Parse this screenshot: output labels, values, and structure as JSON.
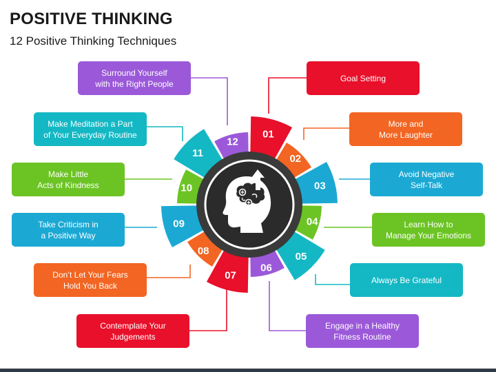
{
  "title": "POSITIVE THINKING",
  "subtitle": "12 Positive Thinking Techniques",
  "center_icon": "head-brain-growth-icon",
  "techniques": [
    {
      "num": "01",
      "label": "Goal Setting",
      "color": "#e8102a"
    },
    {
      "num": "02",
      "label": "More and\nMore Laughter",
      "color": "#f26522"
    },
    {
      "num": "03",
      "label": "Avoid Negative\nSelf-Talk",
      "color": "#1ba9d4"
    },
    {
      "num": "04",
      "label": "Learn How to\nManage Your Emotions",
      "color": "#6cc424"
    },
    {
      "num": "05",
      "label": "Always Be Grateful",
      "color": "#14b8c4"
    },
    {
      "num": "06",
      "label": "Engage in a Healthy\nFitness Routine",
      "color": "#9b59d9"
    },
    {
      "num": "07",
      "label": "Contemplate Your\nJudgements",
      "color": "#e8102a"
    },
    {
      "num": "08",
      "label": "Don’t Let Your Fears\nHold You Back",
      "color": "#f26522"
    },
    {
      "num": "09",
      "label": "Take Criticism in\na Positive Way",
      "color": "#1ba9d4"
    },
    {
      "num": "10",
      "label": "Make Little\nActs of Kindness",
      "color": "#6cc424"
    },
    {
      "num": "11",
      "label": "Make Meditation a Part\nof Your Everyday Routine",
      "color": "#14b8c4"
    },
    {
      "num": "12",
      "label": "Surround Yourself\nwith the Right People",
      "color": "#9b59d9"
    }
  ]
}
